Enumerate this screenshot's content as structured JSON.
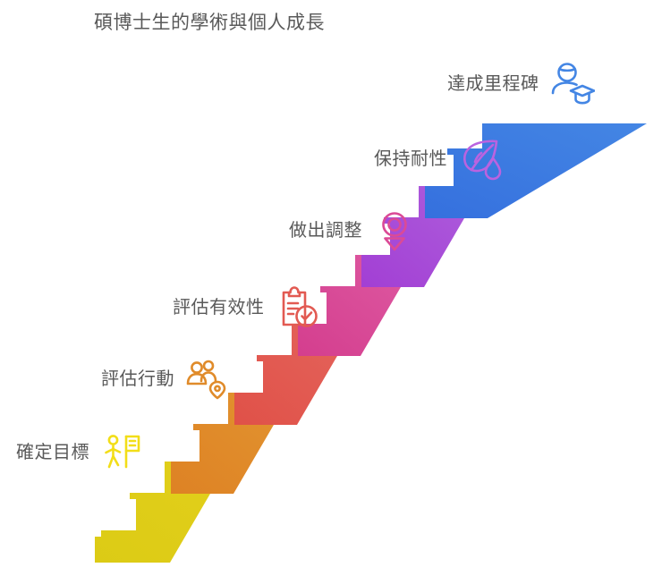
{
  "title": "碩博士生的學術與個人成長",
  "background_color": "#ffffff",
  "text_color": "#595959",
  "diagram": {
    "type": "ascending-staircase",
    "direction": "bottom-left to top-right",
    "step_count": 6,
    "steps": [
      {
        "order": 1,
        "label": "確定目標",
        "icon": "walking-person-flag-icon",
        "color": "#E0CE18",
        "position": "bottom"
      },
      {
        "order": 2,
        "label": "評估行動",
        "icon": "people-location-pin-icon",
        "color": "#E08B2A",
        "position": "second"
      },
      {
        "order": 3,
        "label": "評估有效性",
        "icon": "clipboard-check-icon",
        "color": "#E25A52",
        "position": "third"
      },
      {
        "order": 4,
        "label": "做出調整",
        "icon": "target-pin-icon",
        "color": "#DB4A96",
        "position": "fourth"
      },
      {
        "order": 5,
        "label": "保持耐性",
        "icon": "leaf-droplet-icon",
        "color": "#A84DD8",
        "position": "fifth"
      },
      {
        "order": 6,
        "label": "達成里程碑",
        "icon": "graduate-cap-person-icon",
        "color": "#3B7DE0",
        "position": "top"
      }
    ]
  }
}
